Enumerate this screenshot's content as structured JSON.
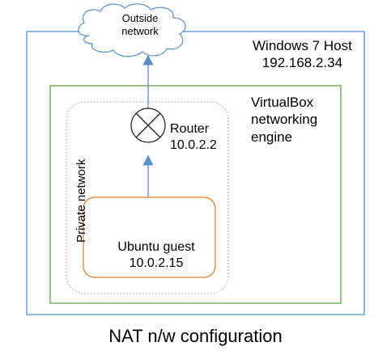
{
  "diagram": {
    "host": {
      "name": "Windows 7 Host",
      "ip": "192.168.2.34"
    },
    "engine": {
      "lines": [
        "VirtualBox",
        "networking",
        "engine"
      ]
    },
    "outside": {
      "lines": [
        "Outside",
        "network"
      ]
    },
    "router": {
      "name": "Router",
      "ip": "10.0.2.2"
    },
    "guest": {
      "name": "Ubuntu guest",
      "ip": "10.0.2.15"
    },
    "private_network": "Private network",
    "caption": "NAT n/w  configuration"
  },
  "colors": {
    "host_border": "#4a86c8",
    "engine_border": "#5b9a3a",
    "guest_border": "#e07a2a",
    "private_border": "#a0a0a0",
    "arrow": "#5b8fc9",
    "cloud": "#5b8fc9"
  }
}
